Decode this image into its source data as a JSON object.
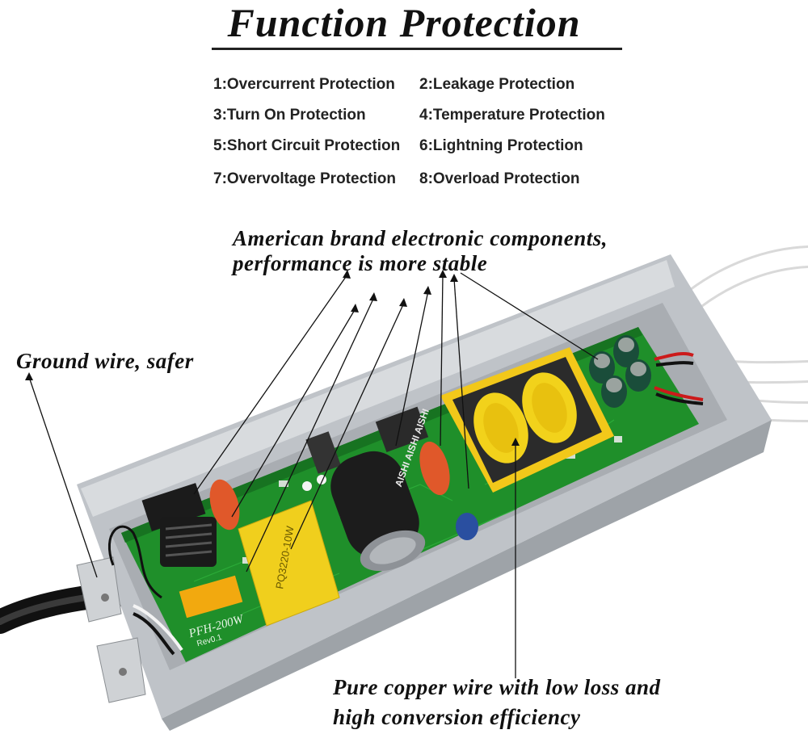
{
  "header": {
    "title": "Function Protection"
  },
  "features": [
    "1:Overcurrent Protection",
    "2:Leakage Protection",
    "3:Turn On Protection",
    "4:Temperature Protection",
    "5:Short Circuit Protection",
    "6:Lightning Protection",
    "7:Overvoltage Protection",
    "8:Overload Protection"
  ],
  "callouts": {
    "components_line1": "American brand electronic components,",
    "components_line2": "performance is more stable",
    "ground": "Ground wire, safer",
    "copper_line1": "Pure copper wire with low loss and",
    "copper_line2": "high conversion efficiency"
  },
  "board_markings": {
    "model": "PFH-200W",
    "rev": "Rev0.1",
    "capacitor_brand": "AISHI AISHI AISHI"
  },
  "colors": {
    "pcb": "#1f8f2a",
    "housing": "#c9ccd0",
    "transformer_core": "#2b2b2b",
    "coil": "#f2d21b",
    "capacitor_orange": "#e0582a"
  }
}
